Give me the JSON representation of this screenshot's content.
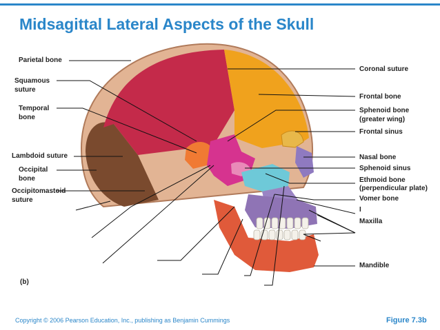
{
  "title": "Midsagittal Lateral Aspects of the Skull",
  "labels_left": {
    "parietal": "Parietal bone",
    "squamous_1": "Squamous",
    "squamous_2": "suture",
    "temporal_1": "Temporal",
    "temporal_2": "bone",
    "lambdoid": "Lambdoid suture",
    "occipital_1": "Occipital",
    "occipital_2": "bone",
    "occipitomastoid_1": "Occipitomastoid",
    "occipitomastoid_2": "suture"
  },
  "labels_right": {
    "coronal": "Coronal suture",
    "frontal": "Frontal bone",
    "sphenoid_1": "Sphenoid bone",
    "sphenoid_2": "(greater wing)",
    "frontal_sinus": "Frontal sinus",
    "nasal": "Nasal bone",
    "sphenoid_sinus": "Sphenoid sinus",
    "ethmoid_1": "Ethmoid bone",
    "ethmoid_2": "(perpendicular plate)",
    "vomer": "Vomer bone",
    "stray": "I",
    "maxilla": "Maxilla",
    "mandible": "Mandible"
  },
  "panel_label": "(b)",
  "copyright": "Copyright © 2006 Pearson Education, Inc., publishing as Benjamin Cummings",
  "figure_number": "Figure 7.3b",
  "colors": {
    "accent": "#2a86c9",
    "parietal": "#c42a4a",
    "frontal": "#f0a21d",
    "occipital": "#7a4a2e",
    "temporal": "#f07a33",
    "sphenoid": "#d6338f",
    "ethmoid": "#6ec9d8",
    "vomer": "#9a84c4",
    "maxilla": "#8f74b5",
    "mandible": "#e05a3a",
    "frontal_sinus": "#e8b84a"
  }
}
